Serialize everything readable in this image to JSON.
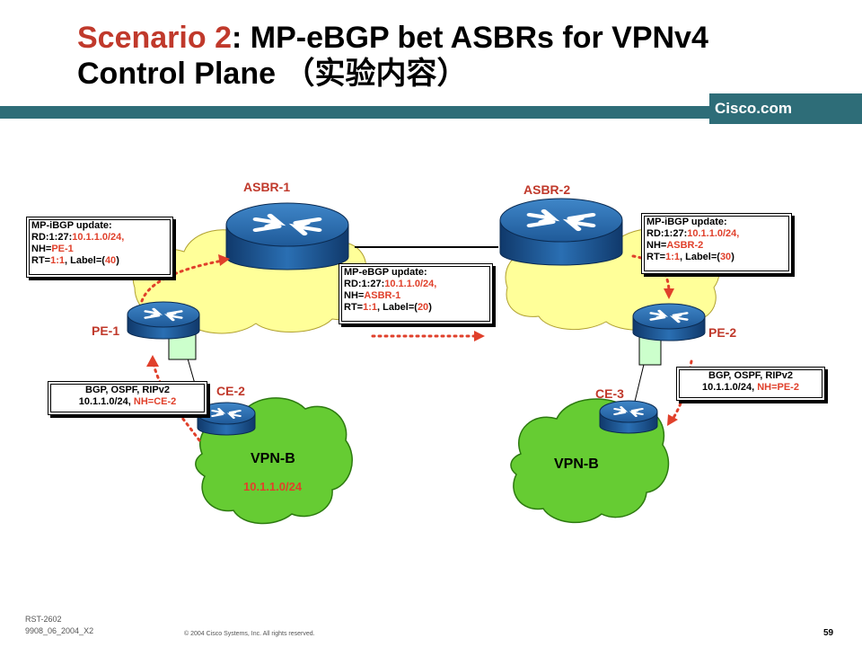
{
  "title": {
    "line1_colored": "Scenario 2",
    "line1_rest": ": MP-eBGP bet ASBRs for VPNv4",
    "line2": "Control Plane （实验内容）"
  },
  "brand": "Cisco.com",
  "labels": {
    "asbr1": "ASBR-1",
    "asbr2": "ASBR-2",
    "pe1": "PE-1",
    "pe2": "PE-2",
    "ce2": "CE-2",
    "ce3": "CE-3",
    "vpn_left": "VPN-B",
    "vpn_right": "VPN-B",
    "prefix_left": "10.1.1.0/24"
  },
  "boxes": {
    "pe1_update": {
      "l1": "MP-iBGP update:",
      "l2a": "RD:1:27:",
      "l2b": "10.1.1.0/24,",
      "l3a": "NH=",
      "l3b": "PE-1",
      "l4a": "RT=",
      "l4b": "1:1",
      "l4c": ",  Label=(",
      "l4d": "40",
      "l4e": ")"
    },
    "asbr_ebgp": {
      "l1": "MP-eBGP update:",
      "l2a": "RD:1:27:",
      "l2b": "10.1.1.0/24,",
      "l3a": "NH=",
      "l3b": "ASBR-1",
      "l4a": "RT=",
      "l4b": "1:1",
      "l4c": ",  Label=(",
      "l4d": "20",
      "l4e": ")"
    },
    "pe2_update": {
      "l1": "MP-iBGP update:",
      "l2a": "RD:1:27:",
      "l2b": "10.1.1.0/24,",
      "l3a": "NH=",
      "l3b": "ASBR-2",
      "l4a": "RT=",
      "l4b": "1:1",
      "l4c": ",  Label=(",
      "l4d": "30",
      "l4e": ")"
    },
    "ce2_igp": {
      "l1": "BGP, OSPF, RIPv2",
      "l2a": "10.1.1.0/24, ",
      "l2b": "NH=CE-2"
    },
    "pe2_igp": {
      "l1": "BGP, OSPF, RIPv2",
      "l2a": "10.1.1.0/24, ",
      "l2b": "NH=PE-2"
    }
  },
  "footer": {
    "code1": "RST-2602",
    "code2": "9908_06_2004_X2",
    "copyright": "© 2004 Cisco Systems, Inc. All rights reserved.",
    "page": "59"
  },
  "colors": {
    "accent_red": "#c0392b",
    "band_teal": "#2e6d78",
    "cloud_yellow": "#ffff99",
    "cloud_green": "#66cc33",
    "router_blue": "#1f5a99"
  }
}
